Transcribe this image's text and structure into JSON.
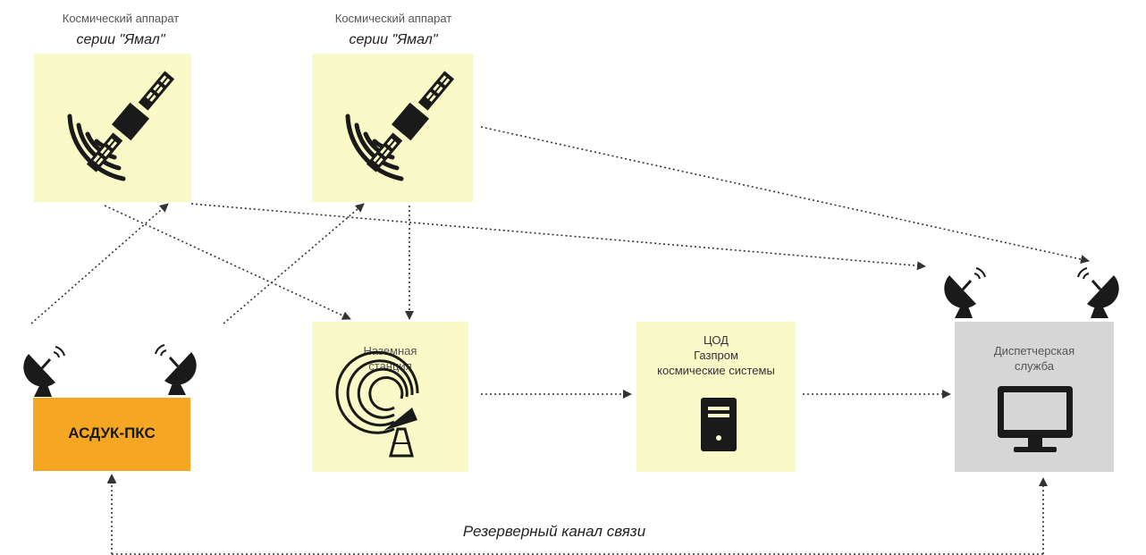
{
  "satellite_1": {
    "caption_line1": "Космический аппарат",
    "caption_line2": "серии \"Ямал\""
  },
  "satellite_2": {
    "caption_line1": "Космический аппарат",
    "caption_line2": "серии \"Ямал\""
  },
  "ground_station": {
    "label_line1": "Наземная",
    "label_line2": "станция"
  },
  "data_center": {
    "label_line1": "ЦОД",
    "label_line2": "Газпром",
    "label_line3": "космические системы"
  },
  "dispatch": {
    "label_line1": "Диспетчерская",
    "label_line2": "служба"
  },
  "asduk": {
    "label": "АСДУК-ПКС"
  },
  "backup_channel": {
    "label": "Резерверный канал связи"
  },
  "colors": {
    "box_yellow": "#fafac8",
    "box_orange": "#f5a623",
    "box_gray": "#d6d6d6",
    "icon": "#1a1a1a"
  }
}
